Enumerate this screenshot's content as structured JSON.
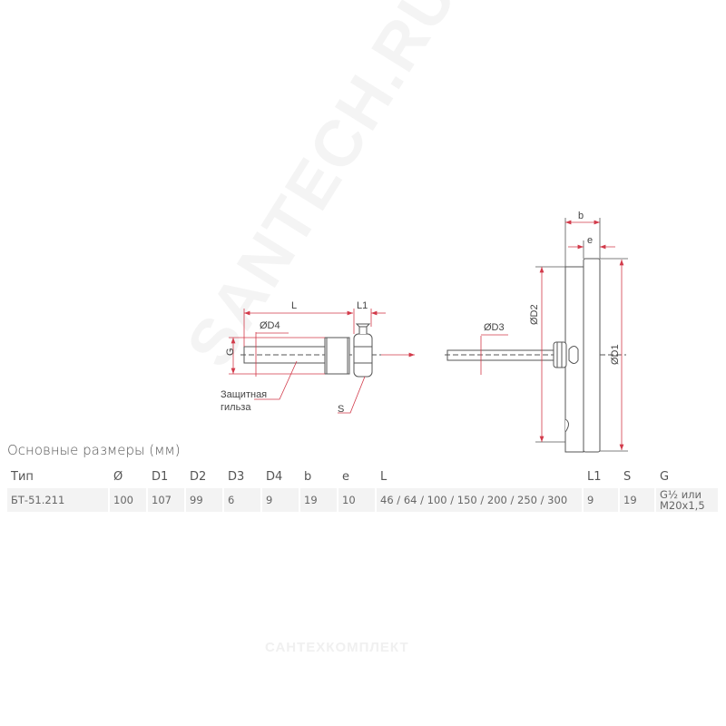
{
  "drawing": {
    "labels": {
      "L": "L",
      "L1": "L1",
      "D4": "ØD4",
      "G": "G",
      "S": "S",
      "sleeve_line1": "Защитная",
      "sleeve_line2": "гильза",
      "D3": "ØD3",
      "D2": "ØD2",
      "D1": "ØD1",
      "b": "b",
      "e": "e"
    },
    "colors": {
      "dimension": "#d23a4a",
      "outline": "#555555"
    }
  },
  "watermarks": {
    "main": "SANTECH.RU",
    "bottom": "САНТЕХКОМПЛЕКТ"
  },
  "table": {
    "title": "Основные размеры (мм)",
    "headers": [
      "Тип",
      "Ø",
      "D1",
      "D2",
      "D3",
      "D4",
      "b",
      "e",
      "L",
      "L1",
      "S",
      "G"
    ],
    "rows": [
      [
        "БТ-51.211",
        "100",
        "107",
        "99",
        "6",
        "9",
        "19",
        "10",
        "46 / 64 / 100 / 150 / 200 / 250 / 300",
        "9",
        "19",
        "G½ или M20x1,5"
      ]
    ]
  }
}
